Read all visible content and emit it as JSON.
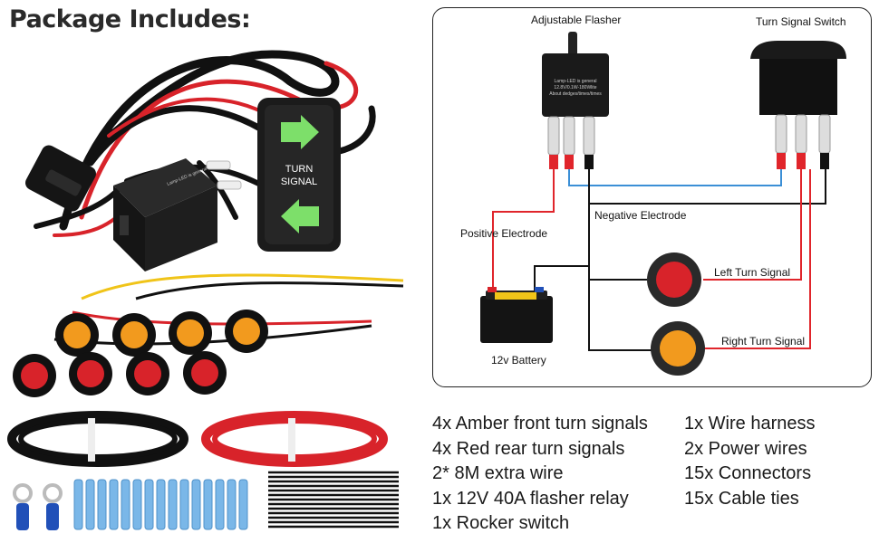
{
  "title": "Package Includes:",
  "switch_text": [
    "TURN",
    "SIGNAL"
  ],
  "flasher_text": [
    "Lamp-LED is general",
    "12.8V/0.1W-180Wlite",
    "About dedges/times/times"
  ],
  "diagram": {
    "flasher_label": "Adjustable Flasher",
    "switch_label": "Turn Signal Switch",
    "positive_label": "Positive Electrode",
    "negative_label": "Negative Electrode",
    "left_label": "Left Turn Signal",
    "right_label": "Right Turn Signal",
    "battery_label": "12v Battery"
  },
  "items_left": [
    "4x Amber front turn signals",
    "4x Red rear turn signals",
    "2* 8M extra wire",
    "1x 12V 40A flasher relay",
    "1x Rocker switch"
  ],
  "items_right": [
    "1x Wire harness",
    "2x  Power wires",
    "15x Connectors",
    "15x Cable ties"
  ],
  "colors": {
    "red": "#e0252b",
    "blue": "#3b8fd6",
    "black": "#111111",
    "amber": "#f29a1e",
    "green": "#7ddf6a"
  }
}
